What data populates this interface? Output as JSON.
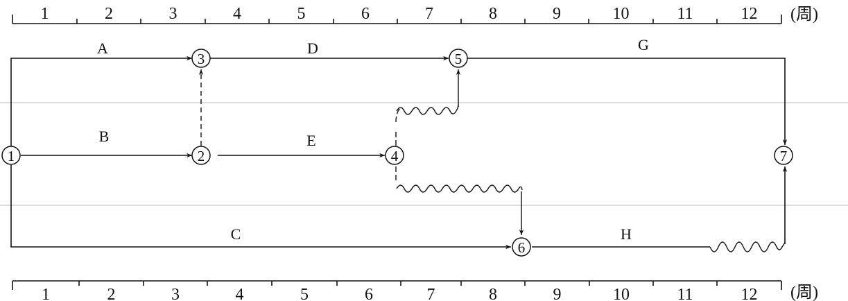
{
  "timescale": {
    "top_ticks": [
      "1",
      "2",
      "3",
      "4",
      "5",
      "6",
      "7",
      "8",
      "9",
      "10",
      "11",
      "12"
    ],
    "bottom_ticks": [
      "1",
      "2",
      "3",
      "4",
      "5",
      "6",
      "7",
      "8",
      "9",
      "10",
      "11",
      "12"
    ],
    "unit_label": "(周)"
  },
  "nodes": [
    {
      "id": "n1",
      "label": "1"
    },
    {
      "id": "n2",
      "label": "2"
    },
    {
      "id": "n3",
      "label": "3"
    },
    {
      "id": "n4",
      "label": "4"
    },
    {
      "id": "n5",
      "label": "5"
    },
    {
      "id": "n6",
      "label": "6"
    },
    {
      "id": "n7",
      "label": "7"
    }
  ],
  "activities": {
    "A": "A",
    "B": "B",
    "C": "C",
    "D": "D",
    "E": "E",
    "G": "G",
    "H": "H"
  }
}
